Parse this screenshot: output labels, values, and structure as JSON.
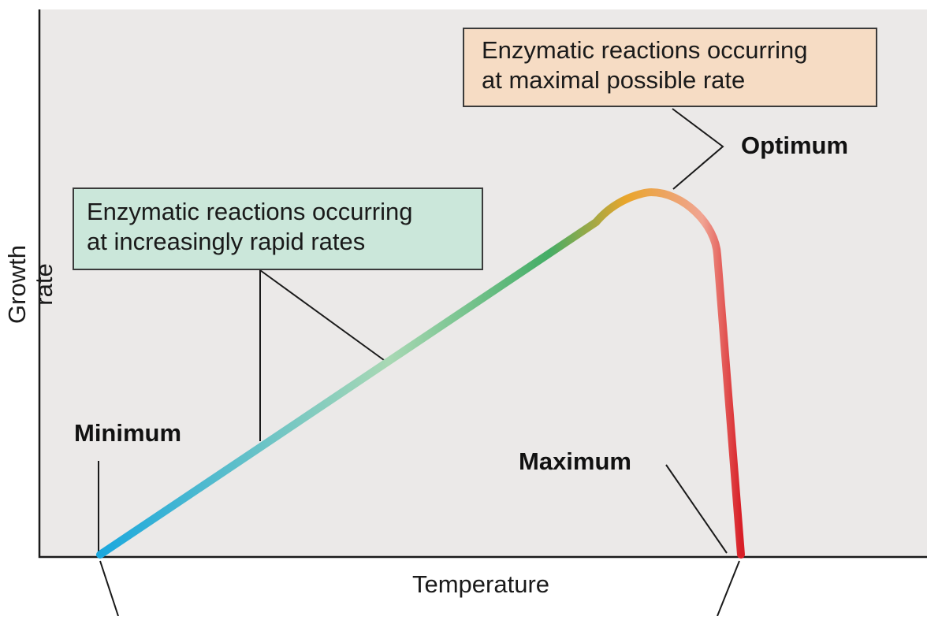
{
  "chart_data": {
    "type": "line",
    "xlabel": "Temperature",
    "ylabel": "Growth rate",
    "x_ticks_shown": false,
    "y_ticks_shown": false,
    "grid": false,
    "curve_shape": "linear rise from minimum to a rounded peak at optimum, then steep fall to maximum",
    "curve_gradient_colors": [
      "#1ba8de",
      "#a8d8b4",
      "#44ad66",
      "#e9a52b",
      "#f0a493",
      "#d81f27"
    ],
    "key_points": [
      {
        "label": "Minimum",
        "x": 0.0,
        "y": 0.0
      },
      {
        "label": "Optimum",
        "x": 0.86,
        "y": 1.0
      },
      {
        "label": "Maximum",
        "x": 1.0,
        "y": 0.0
      }
    ],
    "annotations": [
      {
        "id": "rising",
        "text": [
          "Enzymatic reactions occurring",
          "at increasingly rapid rates"
        ],
        "fill": "#cbe7da"
      },
      {
        "id": "peak",
        "text": [
          "Enzymatic reactions occurring",
          "at maximal possible rate"
        ],
        "fill": "#f6dcc4"
      }
    ]
  },
  "colors": {
    "plot_background": "#ebe9e8",
    "axis": "#1a1a1a",
    "leader_lines": "#1a1a1a"
  }
}
